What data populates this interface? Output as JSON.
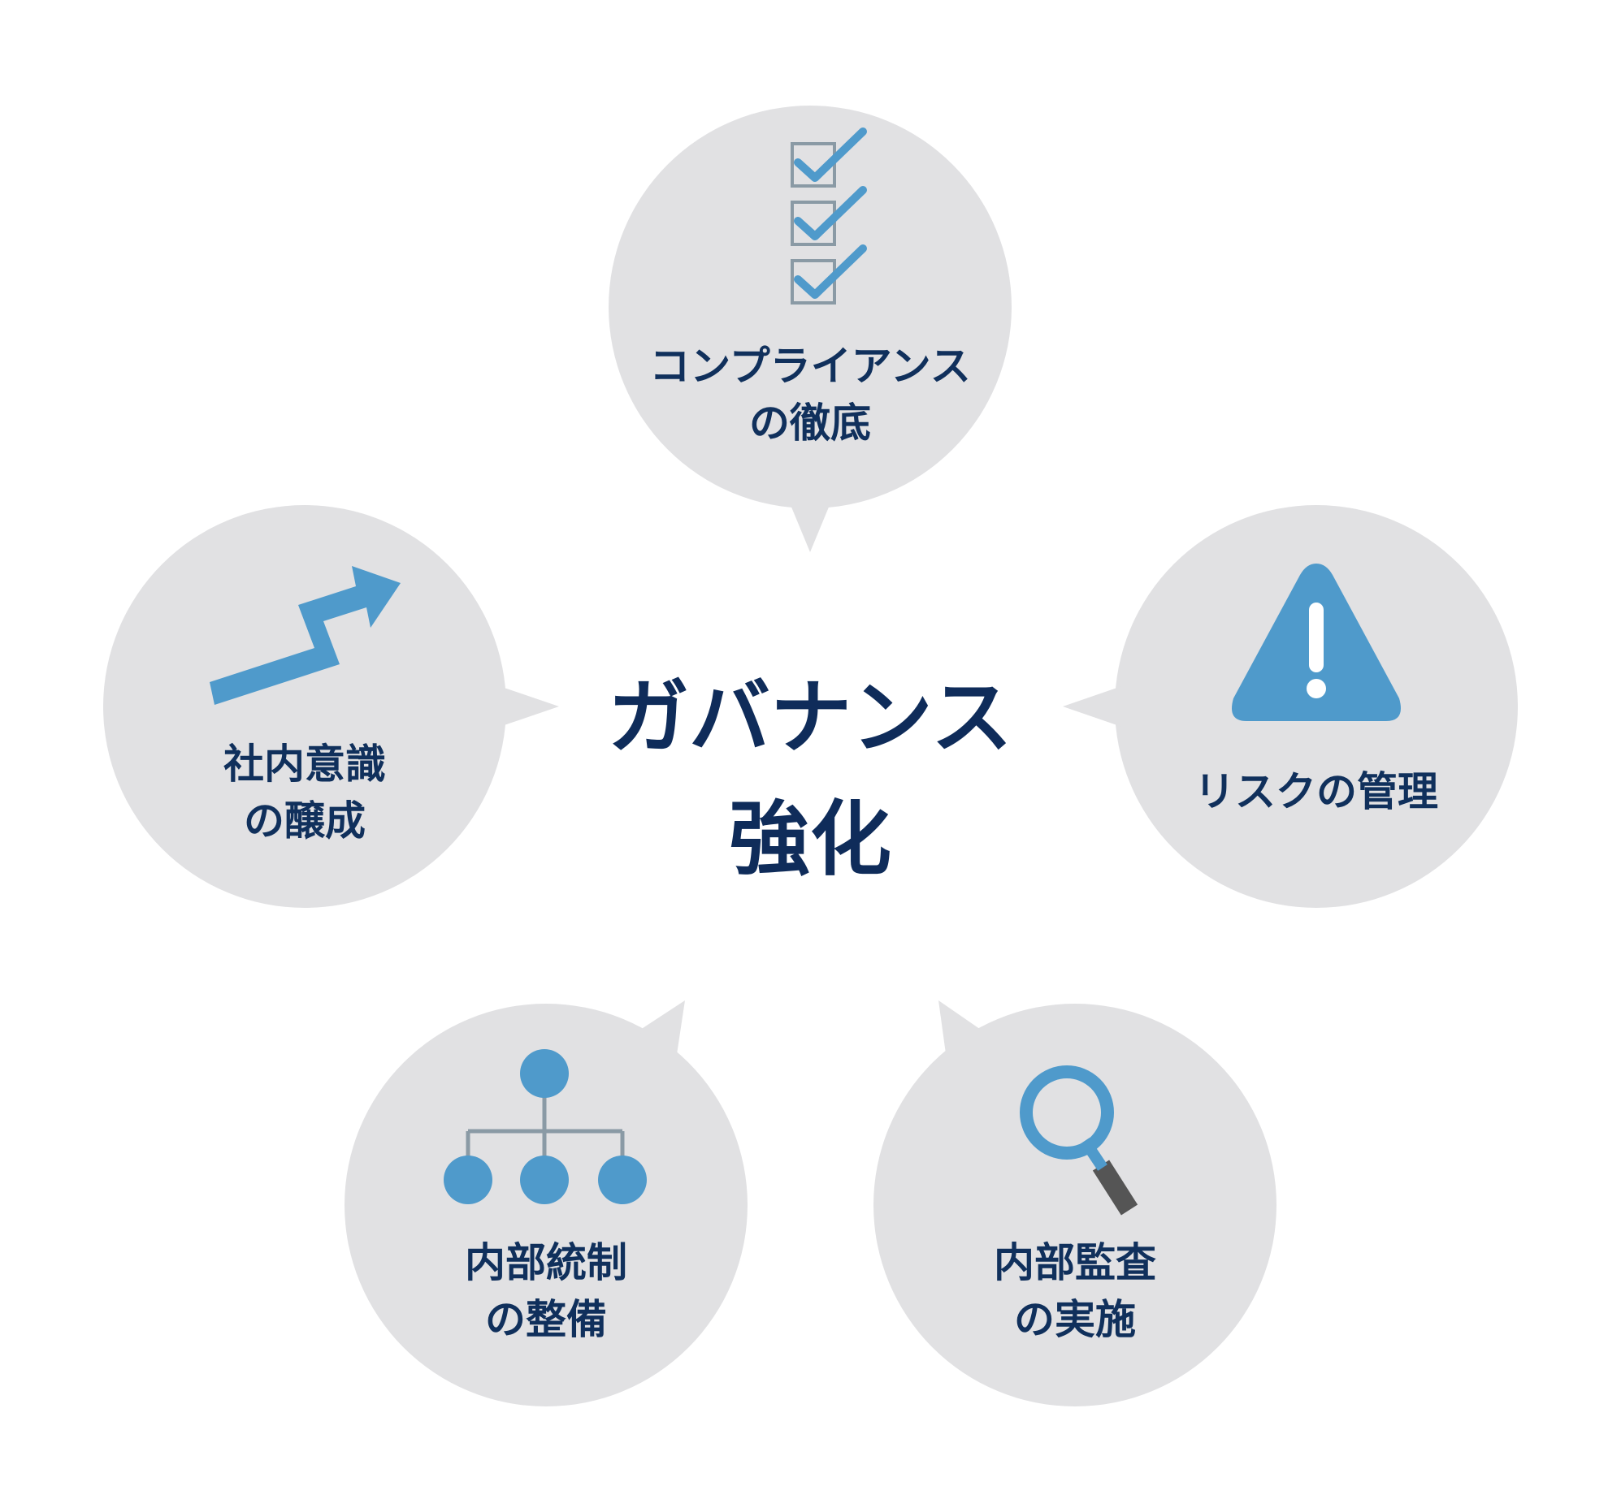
{
  "center": {
    "line1": "ガバナンス",
    "line2": "強化"
  },
  "items": [
    {
      "icon": "checklist-icon",
      "line1": "コンプライアンス",
      "line2": "の徹底"
    },
    {
      "icon": "warning-triangle-icon",
      "line1": "リスクの管理",
      "line2": ""
    },
    {
      "icon": "magnifier-icon",
      "line1": "内部監査",
      "line2": "の実施"
    },
    {
      "icon": "org-chart-icon",
      "line1": "内部統制",
      "line2": "の整備"
    },
    {
      "icon": "rising-arrow-icon",
      "line1": "社内意識",
      "line2": "の醸成"
    }
  ],
  "colors": {
    "bubble": "#e1e1e3",
    "icon_blue": "#4f9acb",
    "text_navy": "#10305c",
    "checkbox_gray": "#8a9aa5",
    "handle_gray": "#555555"
  }
}
